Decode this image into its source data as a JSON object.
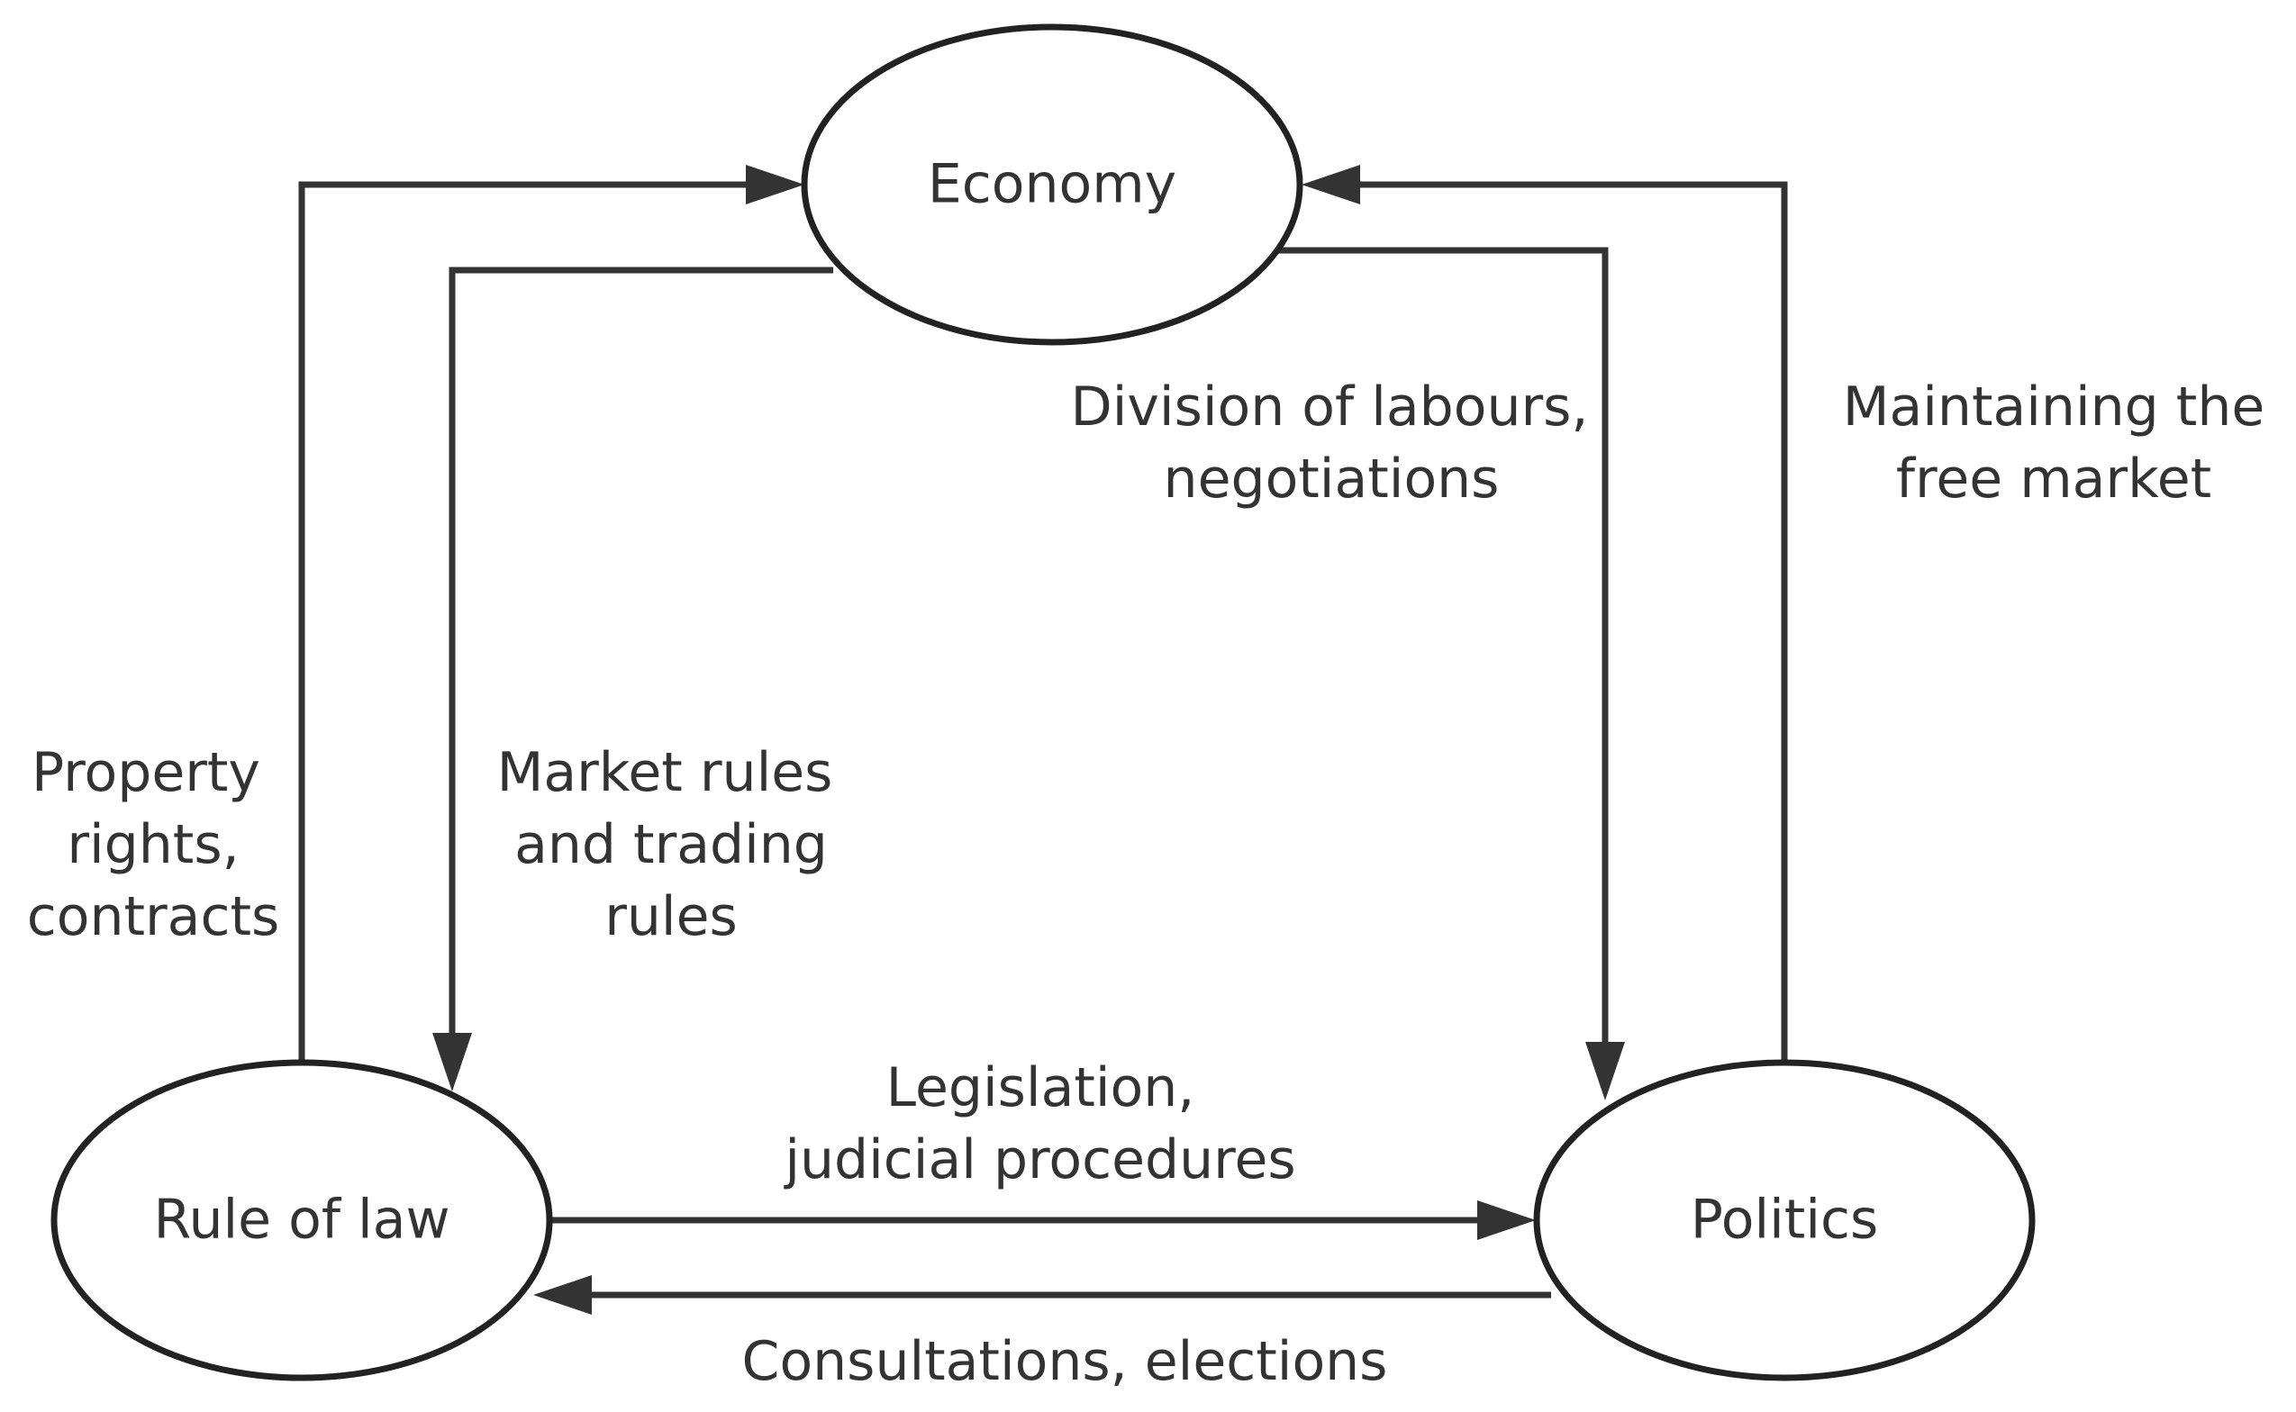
{
  "nodes": {
    "economy": "Economy",
    "rule_of_law": "Rule of law",
    "politics": "Politics"
  },
  "edges": {
    "property_rights": [
      "Property",
      "rights,",
      "contracts"
    ],
    "market_rules": [
      "Market rules",
      "and trading",
      "rules"
    ],
    "division_of_labours": [
      "Division of labours,",
      "negotiations"
    ],
    "maintaining_free_market": [
      "Maintaining the",
      "free market"
    ],
    "legislation": [
      "Legislation,",
      "judicial procedures"
    ],
    "consultations": [
      "Consultations, elections"
    ]
  }
}
